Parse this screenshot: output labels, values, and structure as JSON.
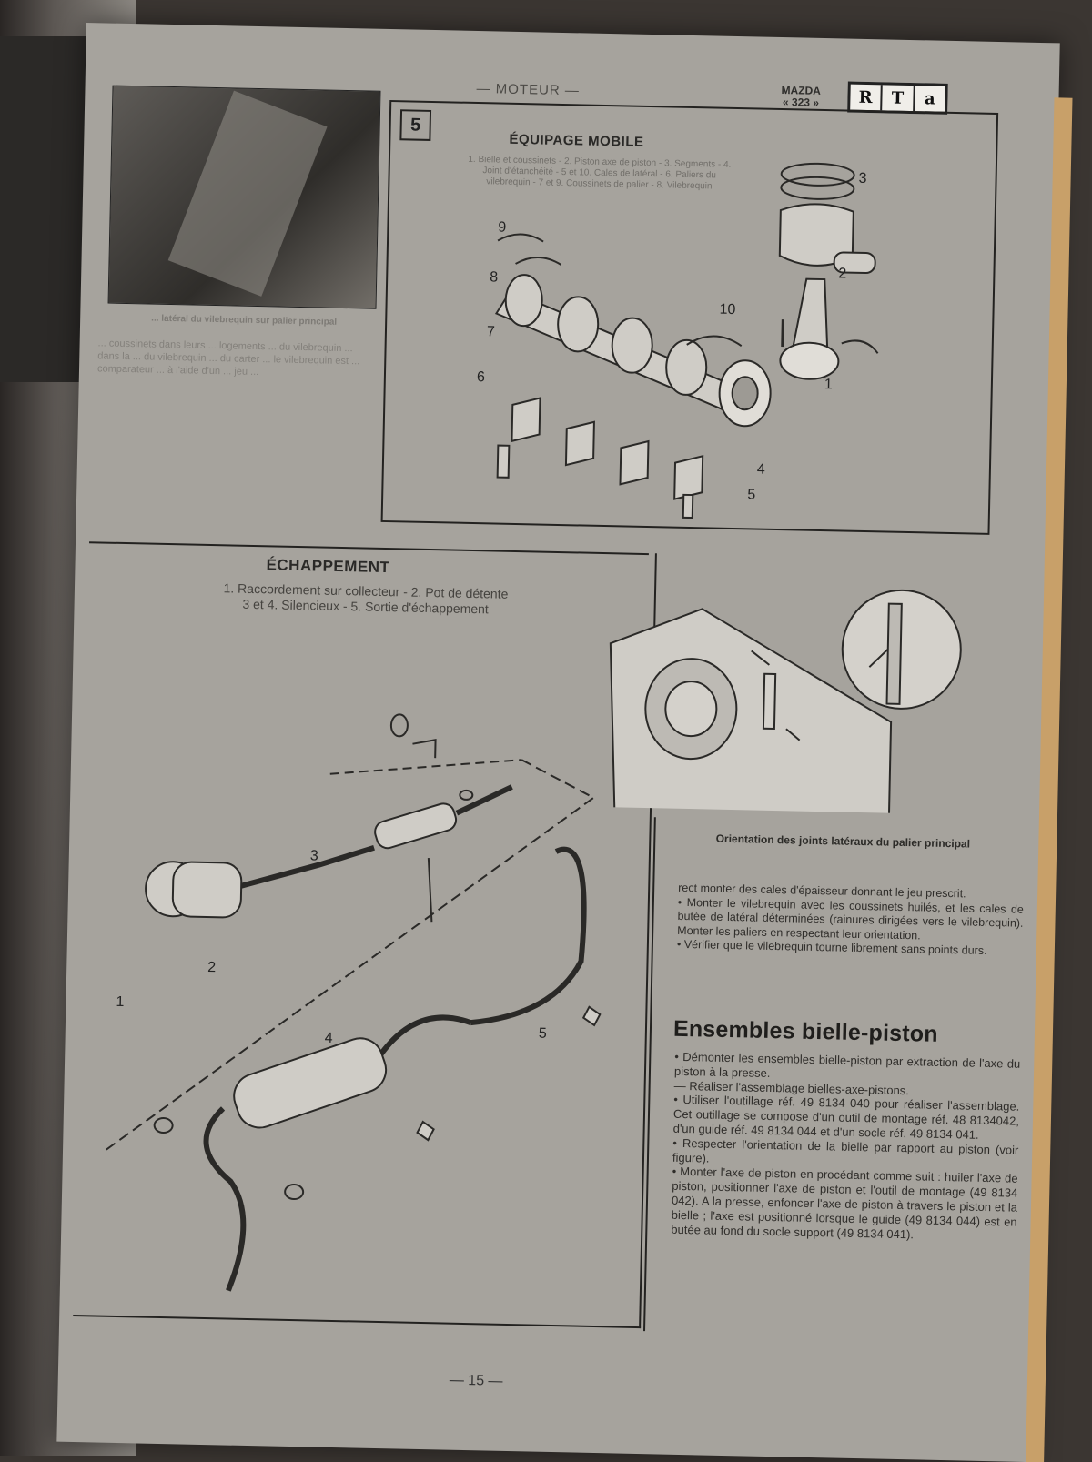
{
  "header": {
    "section": "— MOTEUR —",
    "brand": "MAZDA",
    "model": "« 323 »",
    "logo": [
      "R",
      "T",
      "a"
    ]
  },
  "photo_caption": "... latéral du vilebrequin sur palier principal",
  "left_column_text": "... coussinets dans leurs ... logements ... du vilebrequin ... dans la ... du vilebrequin ... du carter ... le vilebrequin est ... comparateur ... à l'aide d'un ... jeu ...",
  "box5": {
    "number": "5",
    "title": "ÉQUIPAGE MOBILE",
    "legend": "1. Bielle et coussinets - 2. Piston axe de piston - 3. Segments - 4. Joint d'étanchéité - 5 et 10. Cales de latéral - 6. Paliers du vilebrequin - 7 et 9. Coussinets de palier - 8. Vilebrequin",
    "labels": [
      "9",
      "8",
      "7",
      "6",
      "10",
      "4",
      "5",
      "3",
      "2",
      "1"
    ]
  },
  "echappement": {
    "title": "ÉCHAPPEMENT",
    "legend_line1": "1. Raccordement sur collecteur - 2. Pot de détente",
    "legend_line2": "3 et 4. Silencieux - 5. Sortie d'échappement",
    "labels": [
      "1",
      "2",
      "3",
      "4",
      "5"
    ]
  },
  "figure_caption": "Orientation des joints latéraux du palier principal",
  "column_text": [
    "rect monter des cales d'épaisseur donnant le jeu prescrit.",
    "• Monter le vilebrequin avec les coussinets huilés, et les cales de butée de latéral déterminées (rainures dirigées vers le vilebrequin). Monter les paliers en respectant leur orientation.",
    "• Vérifier que le vilebrequin tourne librement sans points durs."
  ],
  "section_heading": "Ensembles bielle-piston",
  "section_text": [
    "• Démonter les ensembles bielle-piston par extraction de l'axe du piston à la presse.",
    "— Réaliser l'assemblage bielles-axe-pistons.",
    "• Utiliser l'outillage réf. 49 8134 040 pour réaliser l'assemblage. Cet outillage se compose d'un outil de montage réf. 48 8134042, d'un guide réf. 49 8134 044 et d'un socle réf. 49 8134 041.",
    "• Respecter l'orientation de la bielle par rapport au piston (voir figure).",
    "• Monter l'axe de piston en procédant comme suit : huiler l'axe de piston, positionner l'axe de piston et l'outil de montage (49 8134 042). A la presse, enfoncer l'axe de piston à travers le piston et la bielle ; l'axe est positionné lorsque le guide (49 8134 044) est en butée au fond du socle support (49 8134 041)."
  ],
  "page_number": "— 15 —"
}
